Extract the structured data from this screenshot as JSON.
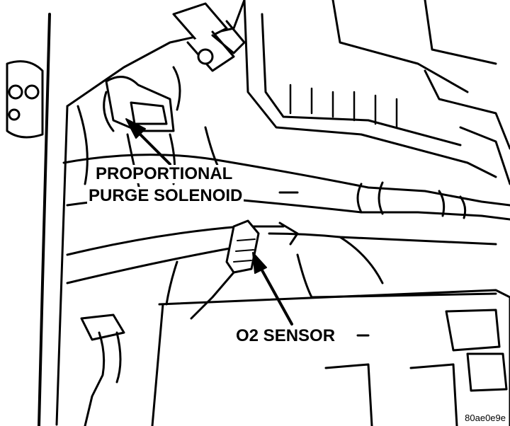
{
  "labels": {
    "proportional": "PROPORTIONAL",
    "purge_solenoid": "PURGE SOLENOID",
    "o2_sensor": "O2 SENSOR"
  },
  "figure_code": "80ae0e9e"
}
